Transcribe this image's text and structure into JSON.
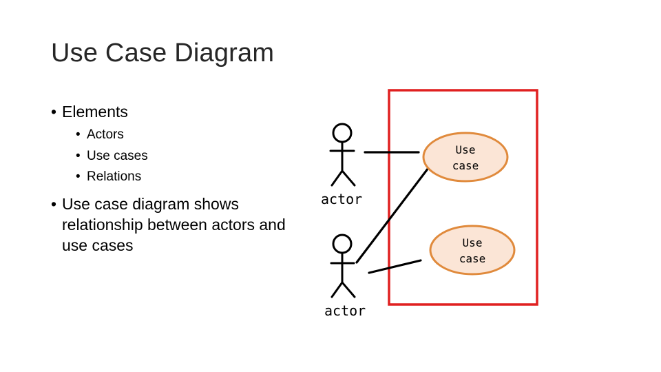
{
  "slide": {
    "title": "Use Case Diagram",
    "bullets": [
      {
        "text": "Elements",
        "sub": [
          "Actors",
          "Use cases",
          "Relations"
        ]
      },
      {
        "lines": [
          "Use case diagram shows",
          "relationship between actors and",
          "use cases"
        ]
      }
    ],
    "bullet_glyph": "•"
  },
  "diagram": {
    "actors": [
      {
        "label": "actor"
      },
      {
        "label": "actor"
      }
    ],
    "use_cases": [
      {
        "label_line1": "Use",
        "label_line2": "case"
      },
      {
        "label_line1": "Use",
        "label_line2": "case"
      }
    ],
    "colors": {
      "system_boundary": "#e02020",
      "use_case_fill": "#fbe5d6",
      "use_case_stroke": "#e08a3c",
      "ink": "#000000"
    }
  }
}
